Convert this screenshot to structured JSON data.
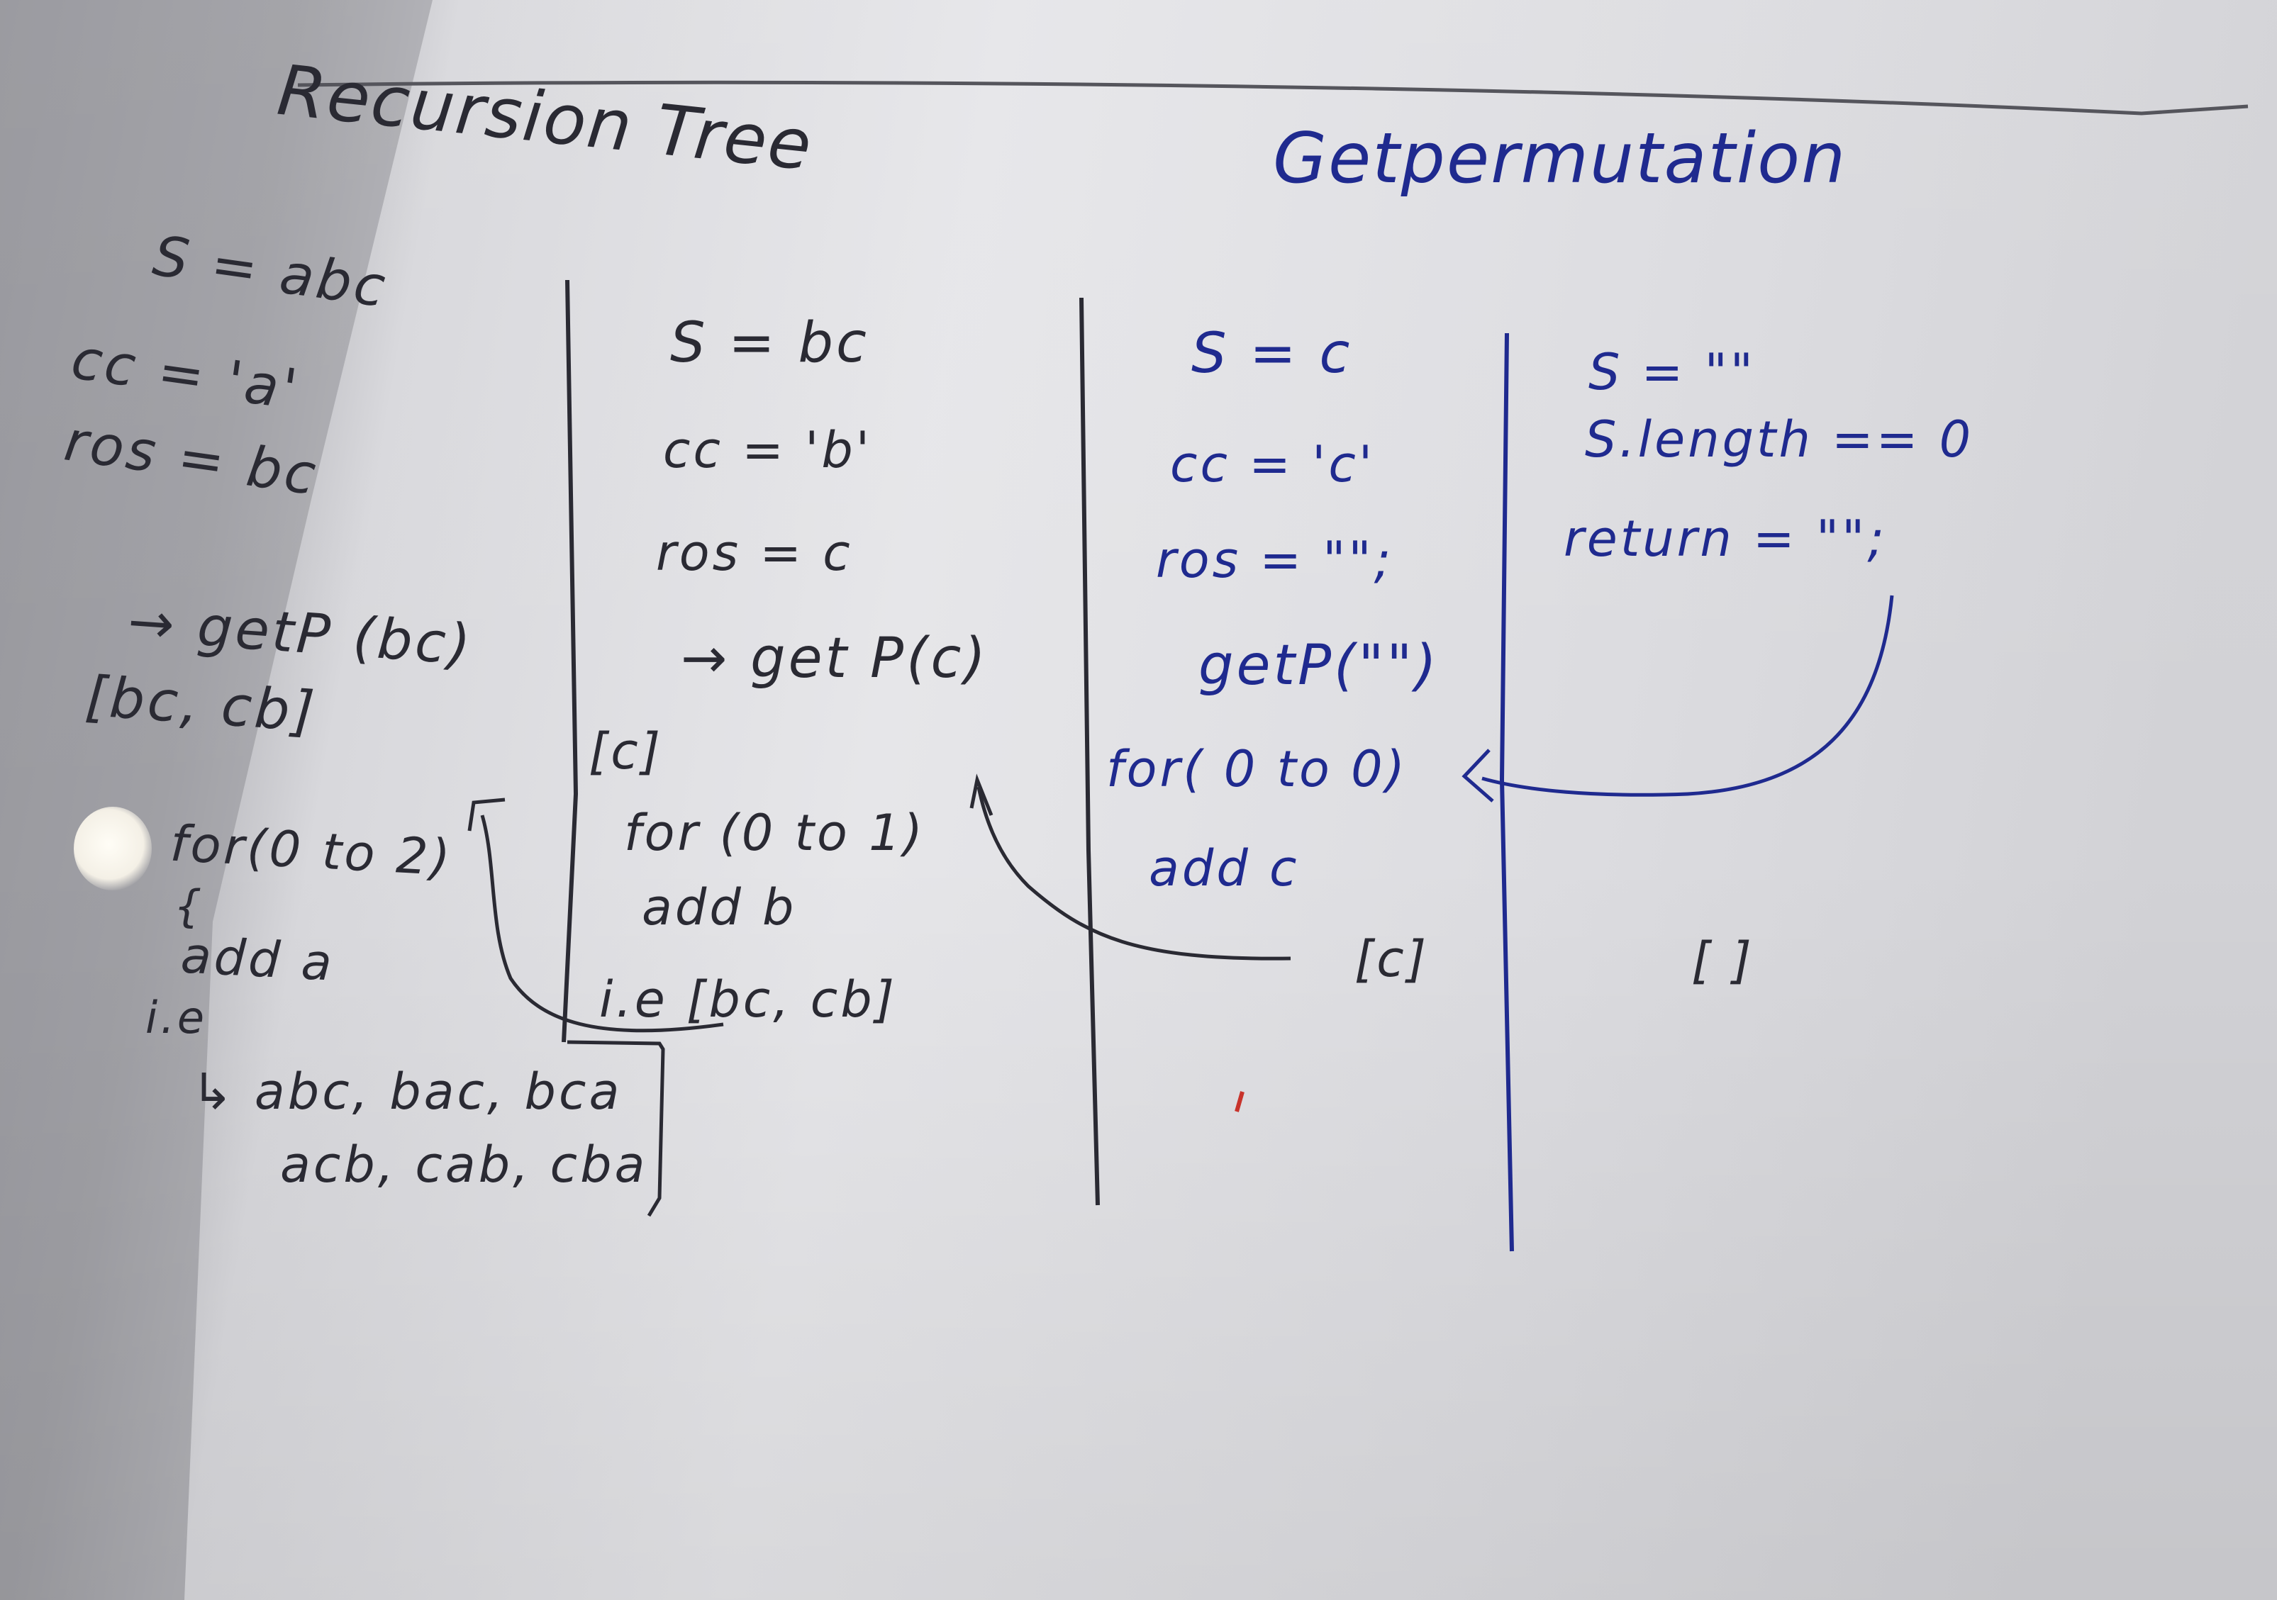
{
  "colors": {
    "pencil_ink": "#2a2a33",
    "blue_ink": "#1f2a8f",
    "red_mark": "#c8332b"
  },
  "header": {
    "left_title": "Recursion Tree",
    "right_title": "Getpermutation"
  },
  "columns": [
    {
      "s_line": "S = abc",
      "cc_line": "cc = 'a'",
      "ros_line": "ros = bc",
      "call_line": "→ getP (bc)",
      "result_line": "[bc, cb]",
      "loop_line": "for(0 to 2)",
      "brace": "{",
      "add_line": "add a",
      "ie_line": "i.e",
      "output_line1": "↳ abc, bac, bca",
      "output_line2": "acb, cab, cba"
    },
    {
      "s_line": "S = bc",
      "cc_line": "cc = 'b'",
      "ros_line": "ros = c",
      "call_line": "→ get P(c)",
      "result_line": "[c]",
      "loop_line": "for (0 to 1)",
      "add_line": "add b",
      "ie_result": "i.e [bc, cb]"
    },
    {
      "s_line": "S = c",
      "cc_line": "cc = 'c'",
      "ros_line": "ros = \"\";",
      "call_line": "getP(\"\")",
      "loop_line": "for( 0 to 0)",
      "add_line": "add c",
      "return_bracket": "[c]"
    },
    {
      "s_line": "S = \"\"",
      "check_line": "S.length == 0",
      "return_line": "return = \"\";",
      "empty_bracket": "[ ]"
    }
  ]
}
